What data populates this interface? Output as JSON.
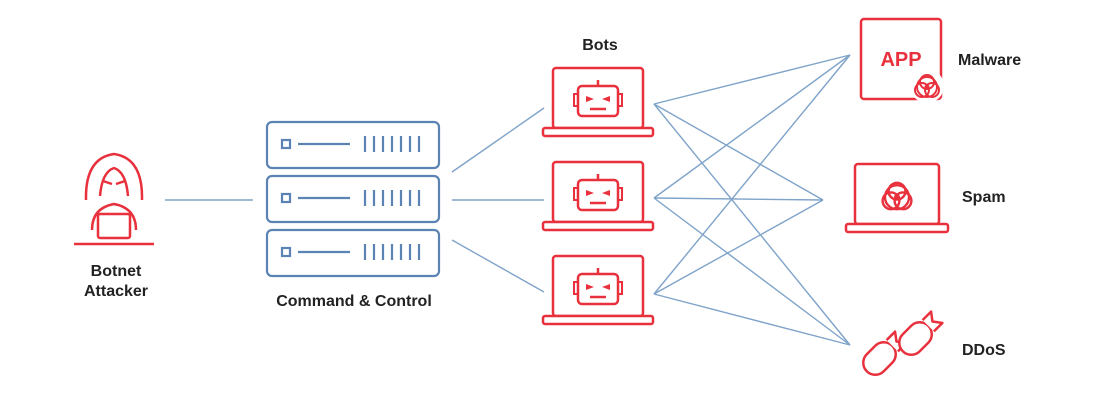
{
  "attacker": {
    "line1": "Botnet",
    "line2": "Attacker"
  },
  "cnc": {
    "label": "Command & Control"
  },
  "bots": {
    "label": "Bots"
  },
  "targets": {
    "malware": {
      "label": "Malware",
      "badge": "APP"
    },
    "spam": {
      "label": "Spam"
    },
    "ddos": {
      "label": "DDoS"
    }
  },
  "colors": {
    "red": "#e8313d",
    "blue": "#5b83b3",
    "text": "#222222"
  },
  "icons": {
    "attacker": "hooded-hacker-icon",
    "server": "server-icon",
    "bot": "robot-laptop-icon",
    "malware": "app-biohazard-icon",
    "spam": "biohazard-laptop-icon",
    "ddos": "bomb-icon"
  }
}
